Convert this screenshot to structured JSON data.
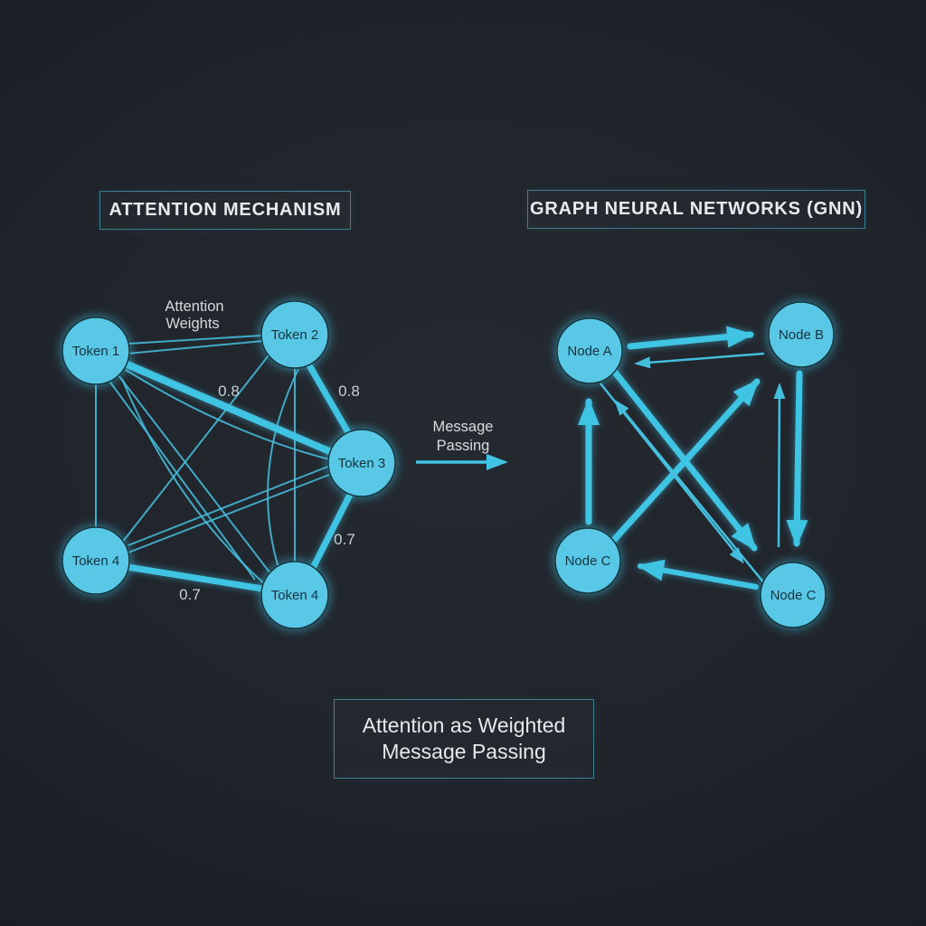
{
  "colors": {
    "background": "#20242b",
    "node_fill": "#58c8e6",
    "edge_cyan": "#41c4e3",
    "box_border": "#3e7f90",
    "title_text": "#e9ebee",
    "node_text": "#17333e",
    "weight_text": "#c6cfd6"
  },
  "left": {
    "title": "ATTENTION MECHANISM",
    "annotation": {
      "line1": "Attention",
      "line2": "Weights"
    },
    "nodes": [
      {
        "label": "Token 1"
      },
      {
        "label": "Token 2"
      },
      {
        "label": "Token 3"
      },
      {
        "label": "Token 4"
      },
      {
        "label": "Token 4"
      }
    ],
    "edge_labels": [
      {
        "text": "0.8"
      },
      {
        "text": "0.8"
      },
      {
        "text": "0.7"
      },
      {
        "text": "0.7"
      }
    ]
  },
  "center": {
    "line1": "Message",
    "line2": "Passing"
  },
  "right": {
    "title": "GRAPH NEURAL NETWORKS (GNN)",
    "nodes": [
      {
        "label": "Node A"
      },
      {
        "label": "Node B"
      },
      {
        "label": "Node C"
      },
      {
        "label": "Node C"
      }
    ]
  },
  "caption": {
    "line1": "Attention as Weighted",
    "line2": "Message Passing"
  }
}
